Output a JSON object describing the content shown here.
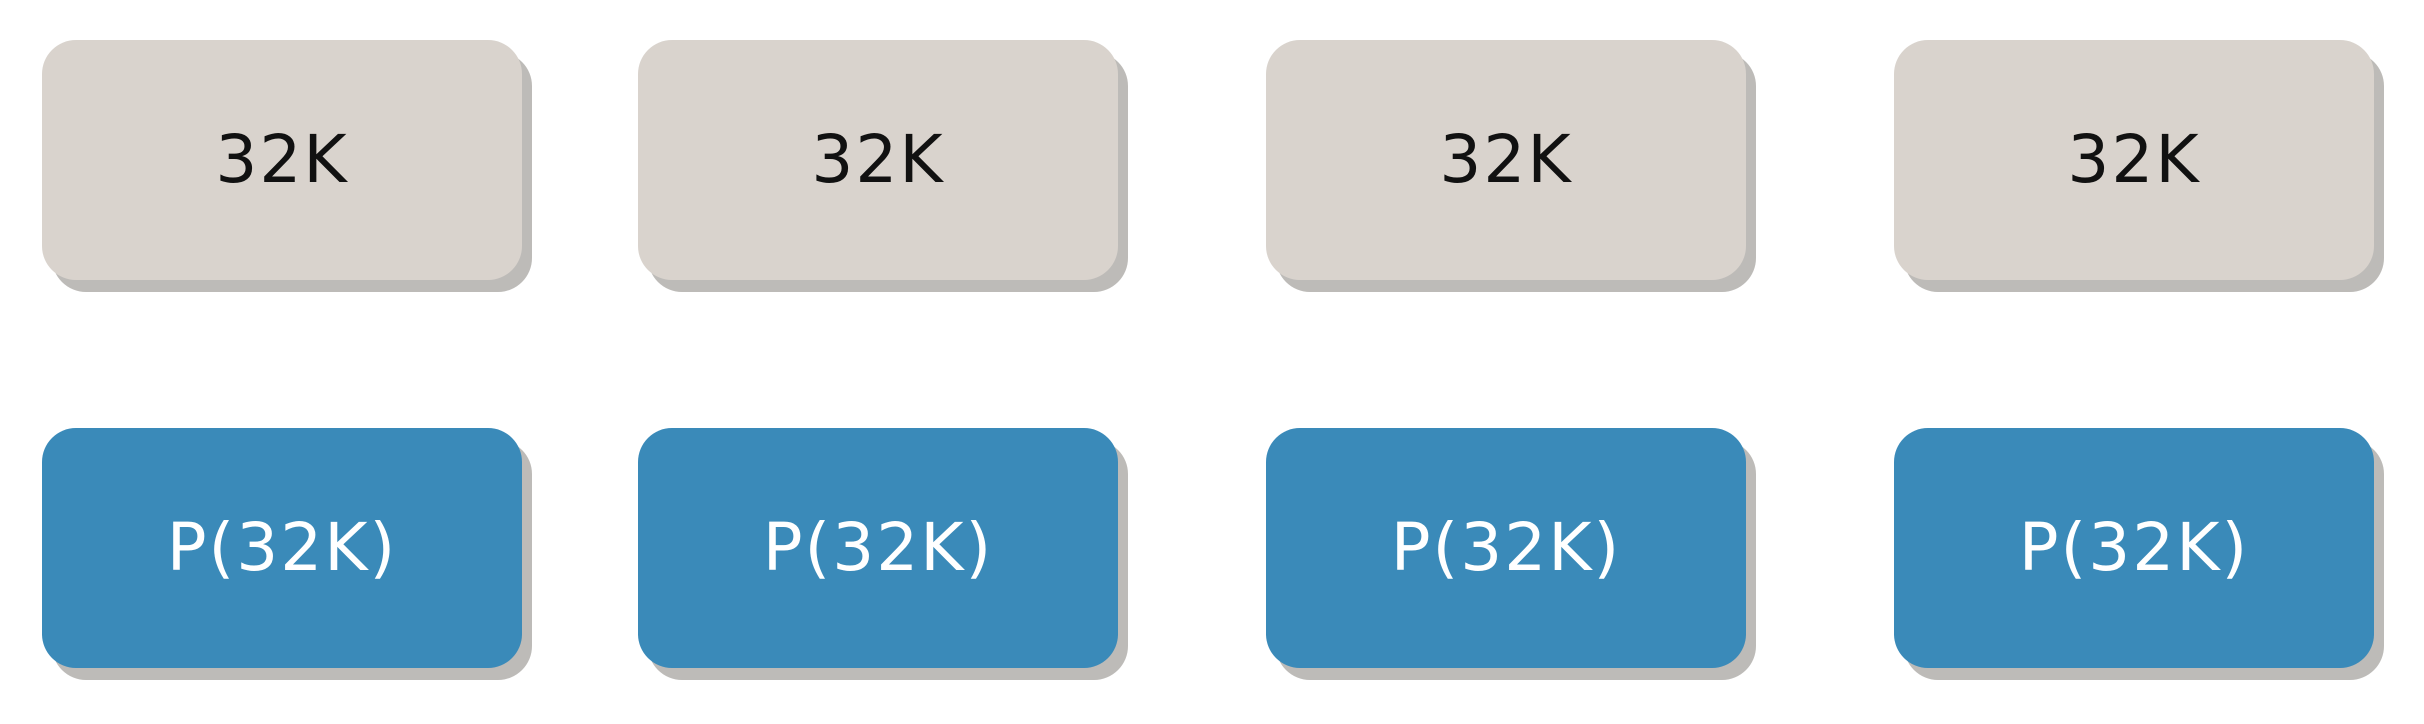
{
  "rows": [
    {
      "name": "plain-row",
      "labels": [
        "32K",
        "32K",
        "32K",
        "32K"
      ]
    },
    {
      "name": "paged-row",
      "labels": [
        "P(32K)",
        "P(32K)",
        "P(32K)",
        "P(32K)"
      ]
    }
  ],
  "colors": {
    "gray_box": "#d9d3cd",
    "blue_box": "#3a8ab9",
    "shadow": "#bdbbb8"
  }
}
